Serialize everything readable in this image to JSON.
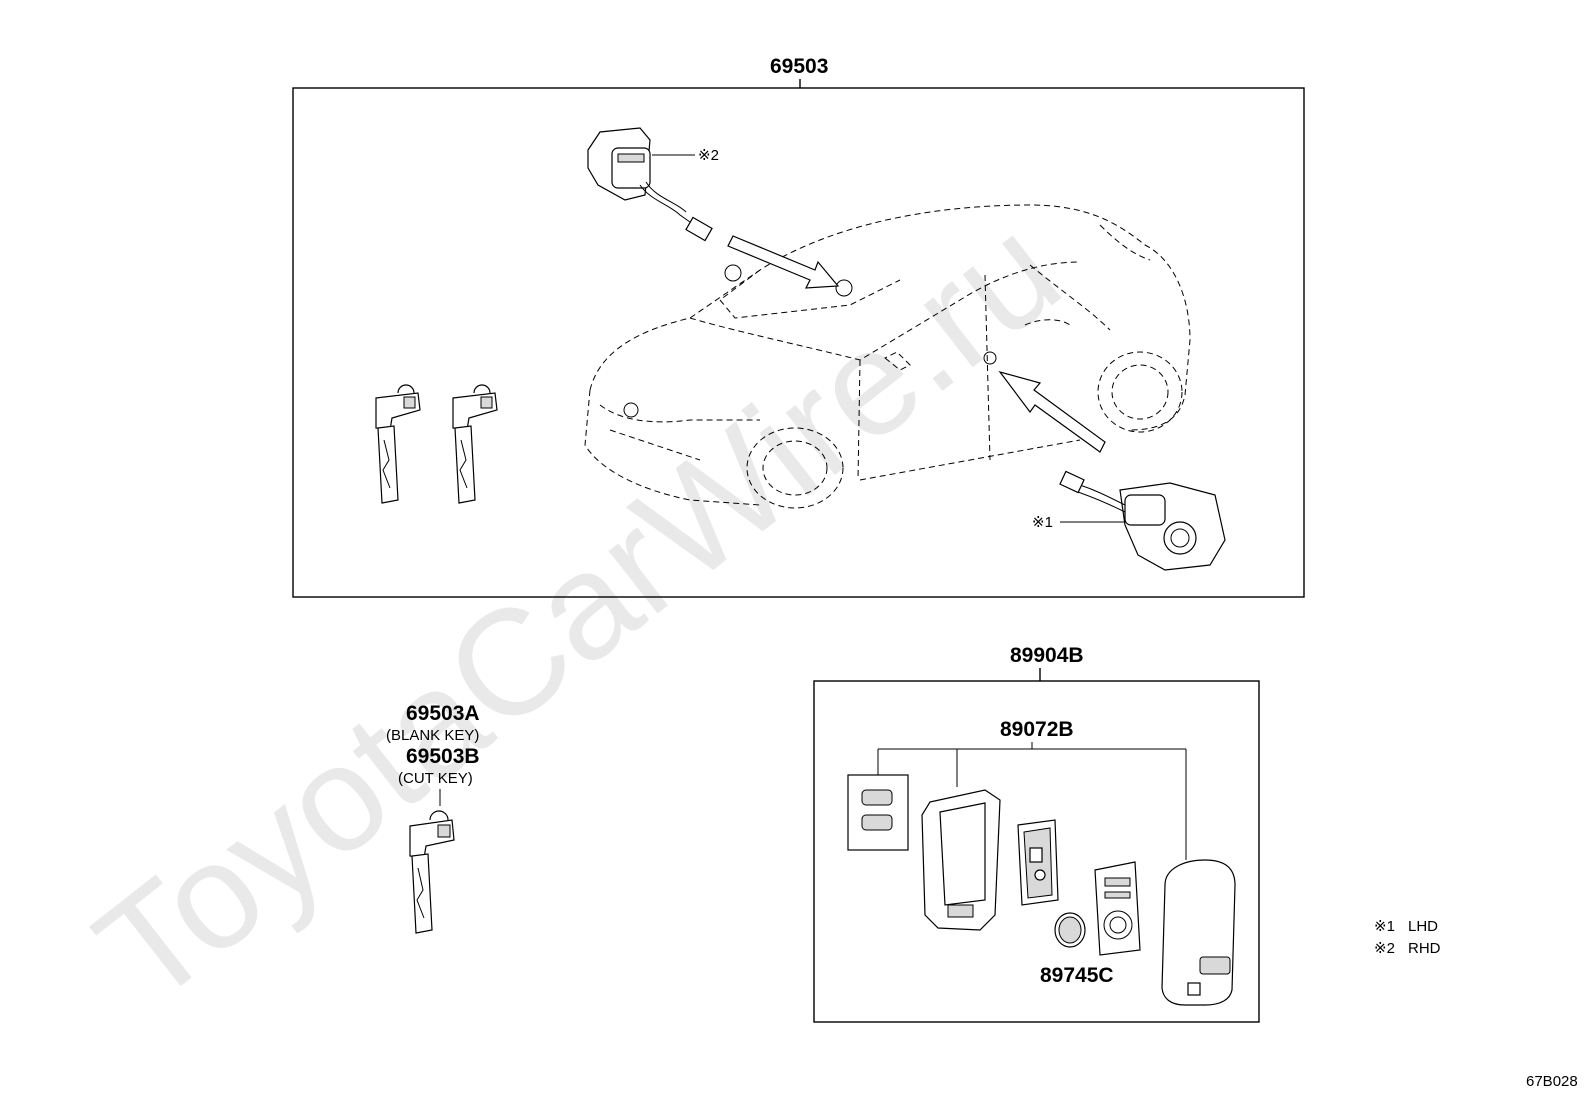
{
  "watermark": "ToyotaCarWire.ru",
  "diagram_code": "67B028",
  "labels": {
    "main_set": "69503",
    "remote_set": "89904B",
    "transmitter": "89072B",
    "battery": "89745C",
    "key_a": "69503A",
    "key_a_desc": "(BLANK KEY)",
    "key_b": "69503B",
    "key_b_desc": "(CUT KEY)",
    "ref1": "※1",
    "ref2": "※2"
  },
  "legend": [
    {
      "mark": "※1",
      "text": "LHD"
    },
    {
      "mark": "※2",
      "text": "RHD"
    }
  ]
}
